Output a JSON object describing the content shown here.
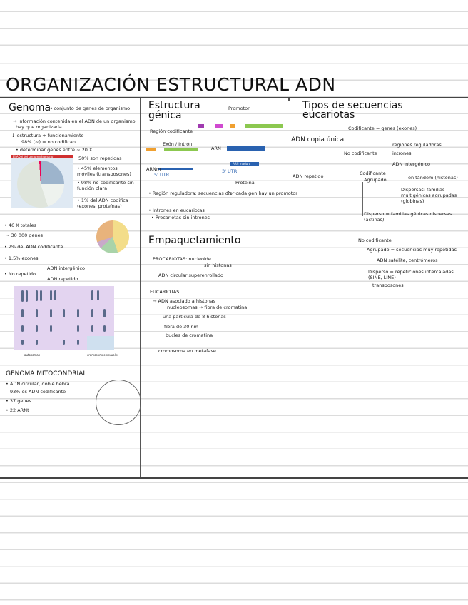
{
  "title": "ORGANIZACIÓN ESTRUCTURAL ADN",
  "colors": {
    "ink": "#111111",
    "rule": "#dcdcdc",
    "purple": "#a03ab0",
    "magenta": "#d04ad0",
    "orange": "#f0a030",
    "green": "#8cc850",
    "blue": "#2a62b0",
    "karyotype_bg": "#e3d4f0",
    "pie_title": "#d03030"
  },
  "col1": {
    "heading": "Genoma",
    "heading_note": "→ conjunto de genes de organismo",
    "lines": [
      "→ información contenida en el ADN de un organismo",
      "hay que organizarla",
      "↓ estructura + funcionamiento",
      "98% (∼) = no codifican",
      "• determinar genes entre ∼ 20 X"
    ],
    "pie_title": "El ADN del genoma humano",
    "pie_notes": [
      "50% son repetidas",
      "• 45% elementos móviles (transposones)",
      "• 98% no codificante sin función clara",
      "• 1% del ADN codifica (exones, proteínas)"
    ],
    "list2": [
      "• 46 X totales",
      "∼ 30 000 genes",
      "• 2% del ADN codificante",
      "• 1,5% exones",
      "• No repetido"
    ],
    "branch": [
      "ADN intergénico",
      "ADN repetido"
    ],
    "karyotype_labels": [
      "autosomas",
      "cromosomas sexuales"
    ],
    "mito_heading": "GENOMA MITOCONDRIAL",
    "mito_lines": [
      "• ADN circular, doble hebra",
      "93% es ADN codificante",
      "• 37 genes",
      "• 22 ARNt"
    ]
  },
  "col2": {
    "heading": "Estructura génica",
    "notes": [
      "Promotor",
      "Región codificante",
      "Exón / Intrón",
      "ARN",
      "ARNm",
      "5' UTR",
      "3' UTR",
      "ARN maduro",
      "Proteína",
      "• Región reguladora: secuencias cis",
      "• Intrones en eucariotas",
      "• Procariotas sin intrones",
      "Por cada gen hay un promotor"
    ],
    "pack_heading": "Empaquetamiento",
    "pack_lines": [
      "PROCARIOTAS: nucleoide",
      "sin histonas",
      "ADN circular superenrollado",
      "EUCARIOTAS",
      "→ ADN asociado a histonas",
      "nucleosomas → fibra de cromatina",
      "una partícula de 8 histonas",
      "fibra de 30 nm",
      "bucles de cromatina",
      "cromosoma en metafase"
    ]
  },
  "col3": {
    "heading": "Tipos de secuencias eucariotas",
    "tree": [
      "ADN copia única",
      "Codificante = genes (exones)",
      "No codificante",
      "regiones reguladoras",
      "intrones",
      "ADN intergénico",
      "ADN repetido",
      "Codificante",
      "Agrupado",
      "en tándem (histonas)",
      "Dispersas: familias multigénicas agrupadas (globinas)",
      "Disperso = familias génicas dispersas (actinas)",
      "No codificante",
      "Agrupado = secuencias muy repetidas",
      "ADN satélite, centrómeros",
      "Disperso = repeticiones intercaladas (SINE, LINE)",
      "transposones"
    ]
  }
}
